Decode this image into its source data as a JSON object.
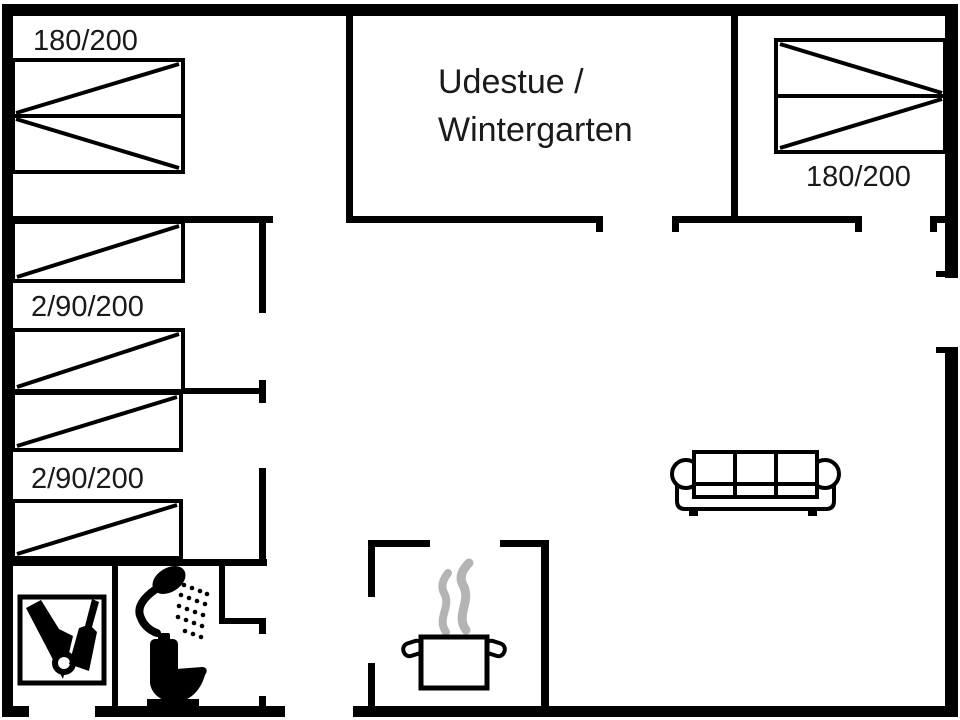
{
  "floor_plan": {
    "rooms": {
      "conservatory_line1": "Udestue /",
      "conservatory_line2": "Wintergarten"
    },
    "bed_labels": {
      "top_left_double": "180/200",
      "top_right_double": "180/200",
      "left_upper_singles": "2/90/200",
      "left_lower_singles": "2/90/200"
    },
    "colors": {
      "wall": "#000000",
      "background": "#ffffff",
      "label_text": "#1a1a1a",
      "steam": "#b4b4b4"
    },
    "icons": {
      "double_bed": "double-bed-icon",
      "single_bed": "single-bed-icon",
      "sofa": "sofa-icon",
      "shower": "shower-icon",
      "toilet": "toilet-icon",
      "cooking_pot": "cooking-pot-icon",
      "utility_tools": "utility-tools-icon"
    }
  }
}
